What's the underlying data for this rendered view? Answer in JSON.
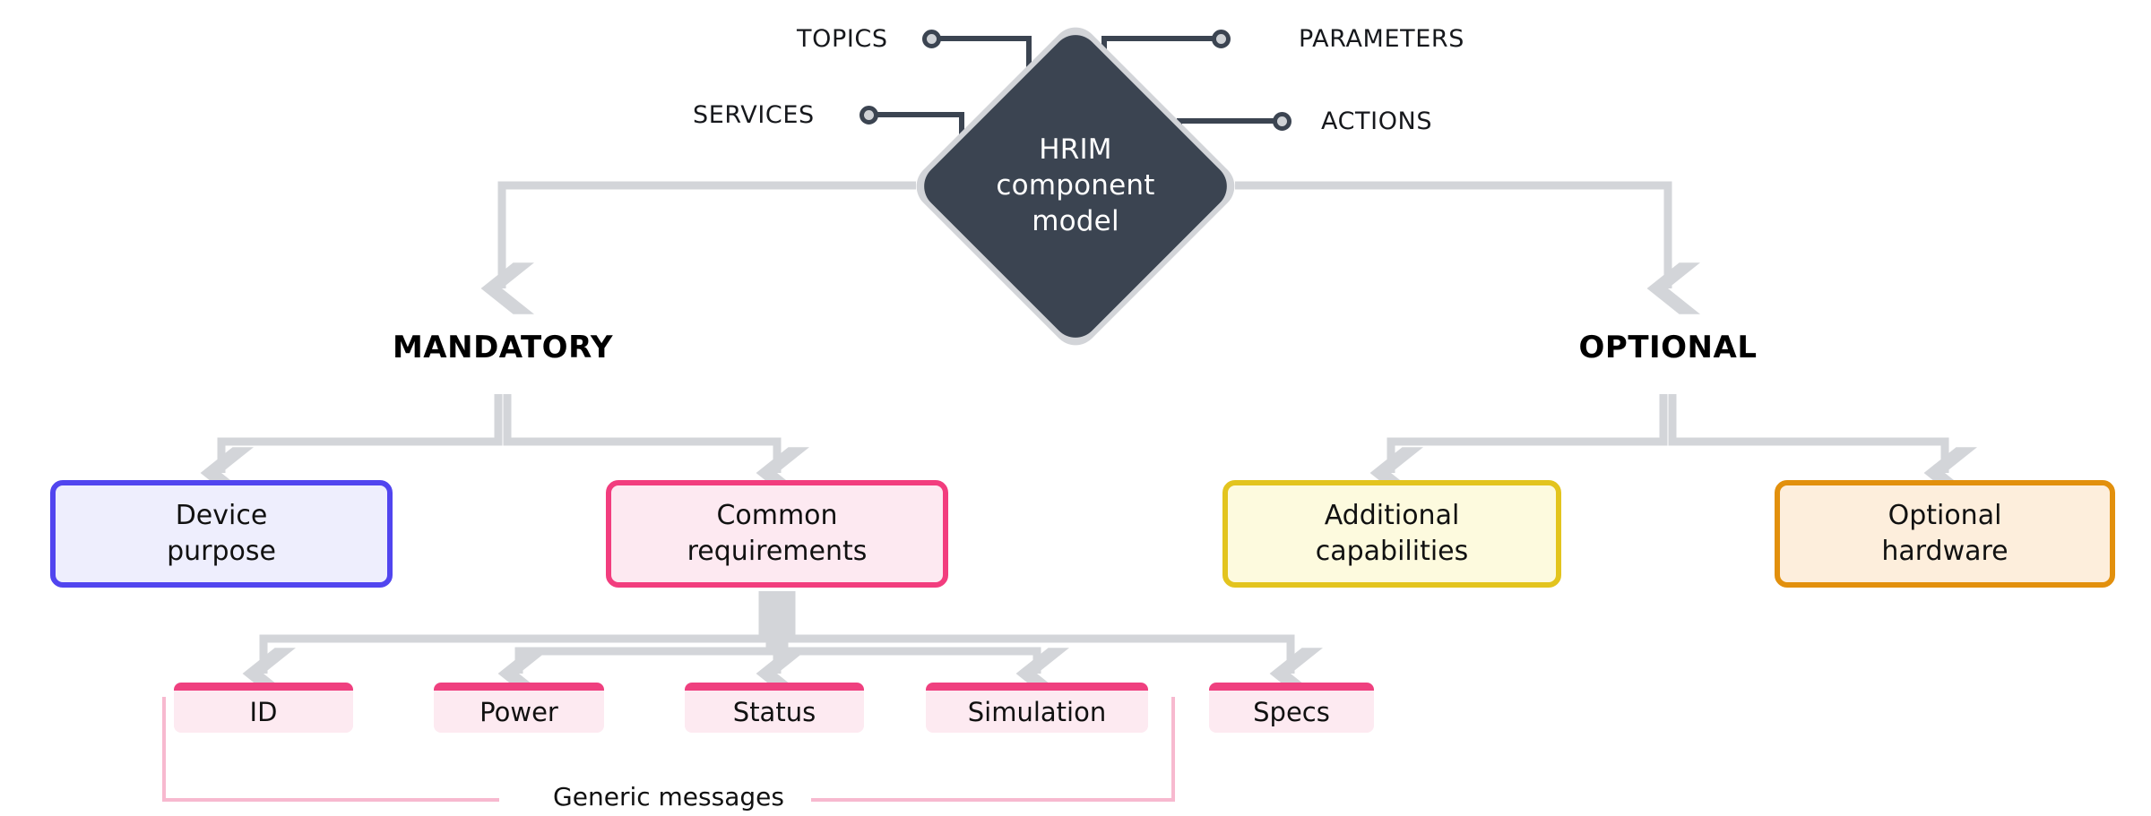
{
  "diagram": {
    "title": "HRIM component model",
    "root": {
      "label_line1": "HRIM",
      "label_line2": "component",
      "label_line3": "model",
      "fill": "#3b4451",
      "outline": "#d2d4d8"
    },
    "interfaces": [
      {
        "name": "TOPICS",
        "label": "TOPICS"
      },
      {
        "name": "PARAMETERS",
        "label": "PARAMETERS"
      },
      {
        "name": "SERVICES",
        "label": "SERVICES"
      },
      {
        "name": "ACTIONS",
        "label": "ACTIONS"
      }
    ],
    "branches": [
      {
        "name": "mandatory",
        "label": "MANDATORY"
      },
      {
        "name": "optional",
        "label": "OPTIONAL"
      }
    ],
    "nodes": [
      {
        "name": "device-purpose",
        "line1": "Device",
        "line2": "purpose",
        "border": "#5145ef",
        "fill": "#eeeefd",
        "branch": "mandatory"
      },
      {
        "name": "common-requirements",
        "line1": "Common",
        "line2": "requirements",
        "border": "#f23d7e",
        "fill": "#fde9f1",
        "branch": "mandatory"
      },
      {
        "name": "additional-capabilities",
        "line1": "Additional",
        "line2": "capabilities",
        "border": "#e3c41e",
        "fill": "#fdfade",
        "branch": "optional"
      },
      {
        "name": "optional-hardware",
        "line1": "Optional",
        "line2": "hardware",
        "border": "#e2900d",
        "fill": "#fdeedc",
        "branch": "optional"
      }
    ],
    "common_requirements_children": [
      {
        "name": "id",
        "label": "ID"
      },
      {
        "name": "power",
        "label": "Power"
      },
      {
        "name": "status",
        "label": "Status"
      },
      {
        "name": "simulation",
        "label": "Simulation"
      },
      {
        "name": "specs",
        "label": "Specs"
      }
    ],
    "bracket": {
      "label": "Generic messages",
      "color": "#f7b9cf"
    },
    "colors": {
      "connector": "#d3d5d9",
      "pin_line": "#3b4451",
      "pin_dot_fill": "#cfd2d6",
      "background": "#ffffff"
    }
  }
}
